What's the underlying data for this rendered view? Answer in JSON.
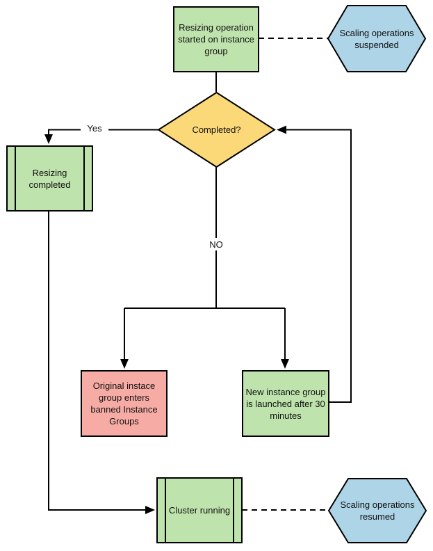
{
  "diagram": {
    "nodes": {
      "start": {
        "label": "Resizing operation started on instance group",
        "shape": "process"
      },
      "suspended": {
        "label": "Scaling operations suspended",
        "shape": "hexagon"
      },
      "decision": {
        "label": "Completed?",
        "shape": "decision-diamond"
      },
      "resizing_completed": {
        "label": "Resizing completed",
        "shape": "predefined-process"
      },
      "banned": {
        "label": "Original instace group enters banned Instance Groups",
        "shape": "process"
      },
      "new_group": {
        "label": "New instance group is launched after 30 minutes",
        "shape": "process"
      },
      "cluster": {
        "label": "Cluster running",
        "shape": "predefined-process"
      },
      "resumed": {
        "label": "Scaling operations resumed",
        "shape": "hexagon"
      }
    },
    "edge_labels": {
      "yes": "Yes",
      "no": "NO"
    },
    "colors": {
      "green": "#bfe3ad",
      "yellow": "#fbd878",
      "red": "#f6aca4",
      "blue": "#aed4e8",
      "line": "#000000",
      "background": "#ffffff"
    }
  }
}
